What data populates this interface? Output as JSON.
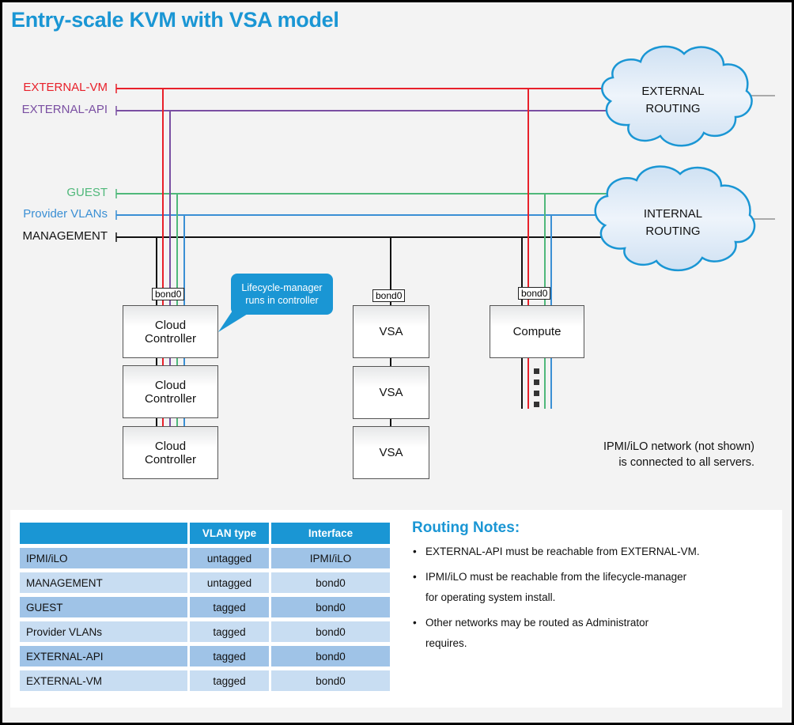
{
  "title": "Entry-scale KVM with VSA model",
  "colors": {
    "accent": "#1a96d4",
    "external_vm": "#e8202a",
    "external_api": "#7a4fa2",
    "guest": "#4fb87a",
    "provider_vlans": "#3a8fd4",
    "management": "#111111",
    "cloud_stroke": "#1a96d4",
    "table_header": "#1a96d4",
    "table_row_dark": "#9fc3e7",
    "table_row_light": "#c8ddf2"
  },
  "networks": [
    {
      "id": "external_vm",
      "label": "EXTERNAL-VM",
      "color": "#e8202a"
    },
    {
      "id": "external_api",
      "label": "EXTERNAL-API",
      "color": "#7a4fa2"
    },
    {
      "id": "guest",
      "label": "GUEST",
      "color": "#4fb87a"
    },
    {
      "id": "provider_vlans",
      "label": "Provider VLANs",
      "color": "#3a8fd4"
    },
    {
      "id": "management",
      "label": "MANAGEMENT",
      "color": "#111111"
    }
  ],
  "clouds": {
    "external": {
      "line1": "EXTERNAL",
      "line2": "ROUTING"
    },
    "internal": {
      "line1": "INTERNAL",
      "line2": "ROUTING"
    }
  },
  "bond_label": "bond0",
  "servers": {
    "controllers": [
      {
        "line1": "Cloud",
        "line2": "Controller"
      },
      {
        "line1": "Cloud",
        "line2": "Controller"
      },
      {
        "line1": "Cloud",
        "line2": "Controller"
      }
    ],
    "vsa": [
      {
        "label": "VSA"
      },
      {
        "label": "VSA"
      },
      {
        "label": "VSA"
      }
    ],
    "compute": {
      "label": "Compute"
    }
  },
  "callout": {
    "line1": "Lifecycle-manager",
    "line2": "runs in controller"
  },
  "ipmi_note": {
    "line1": "IPMI/iLO network (not shown)",
    "line2": "is connected to all servers."
  },
  "vlan_table": {
    "headers": [
      "",
      "VLAN type",
      "Interface"
    ],
    "rows": [
      {
        "network": "IPMI/iLO",
        "vlan_type": "untagged",
        "interface": "IPMI/iLO"
      },
      {
        "network": "MANAGEMENT",
        "vlan_type": "untagged",
        "interface": "bond0"
      },
      {
        "network": "GUEST",
        "vlan_type": "tagged",
        "interface": "bond0"
      },
      {
        "network": "Provider VLANs",
        "vlan_type": "tagged",
        "interface": "bond0"
      },
      {
        "network": "EXTERNAL-API",
        "vlan_type": "tagged",
        "interface": "bond0"
      },
      {
        "network": "EXTERNAL-VM",
        "vlan_type": "tagged",
        "interface": "bond0"
      }
    ]
  },
  "routing_notes": {
    "title": "Routing Notes:",
    "items": [
      {
        "line1": "EXTERNAL-API must be reachable from EXTERNAL-VM.",
        "line2": ""
      },
      {
        "line1": "IPMI/iLO must be reachable from the lifecycle-manager",
        "line2": "for operating system install."
      },
      {
        "line1": "Other networks may be routed as Administrator",
        "line2": "requires."
      }
    ]
  }
}
